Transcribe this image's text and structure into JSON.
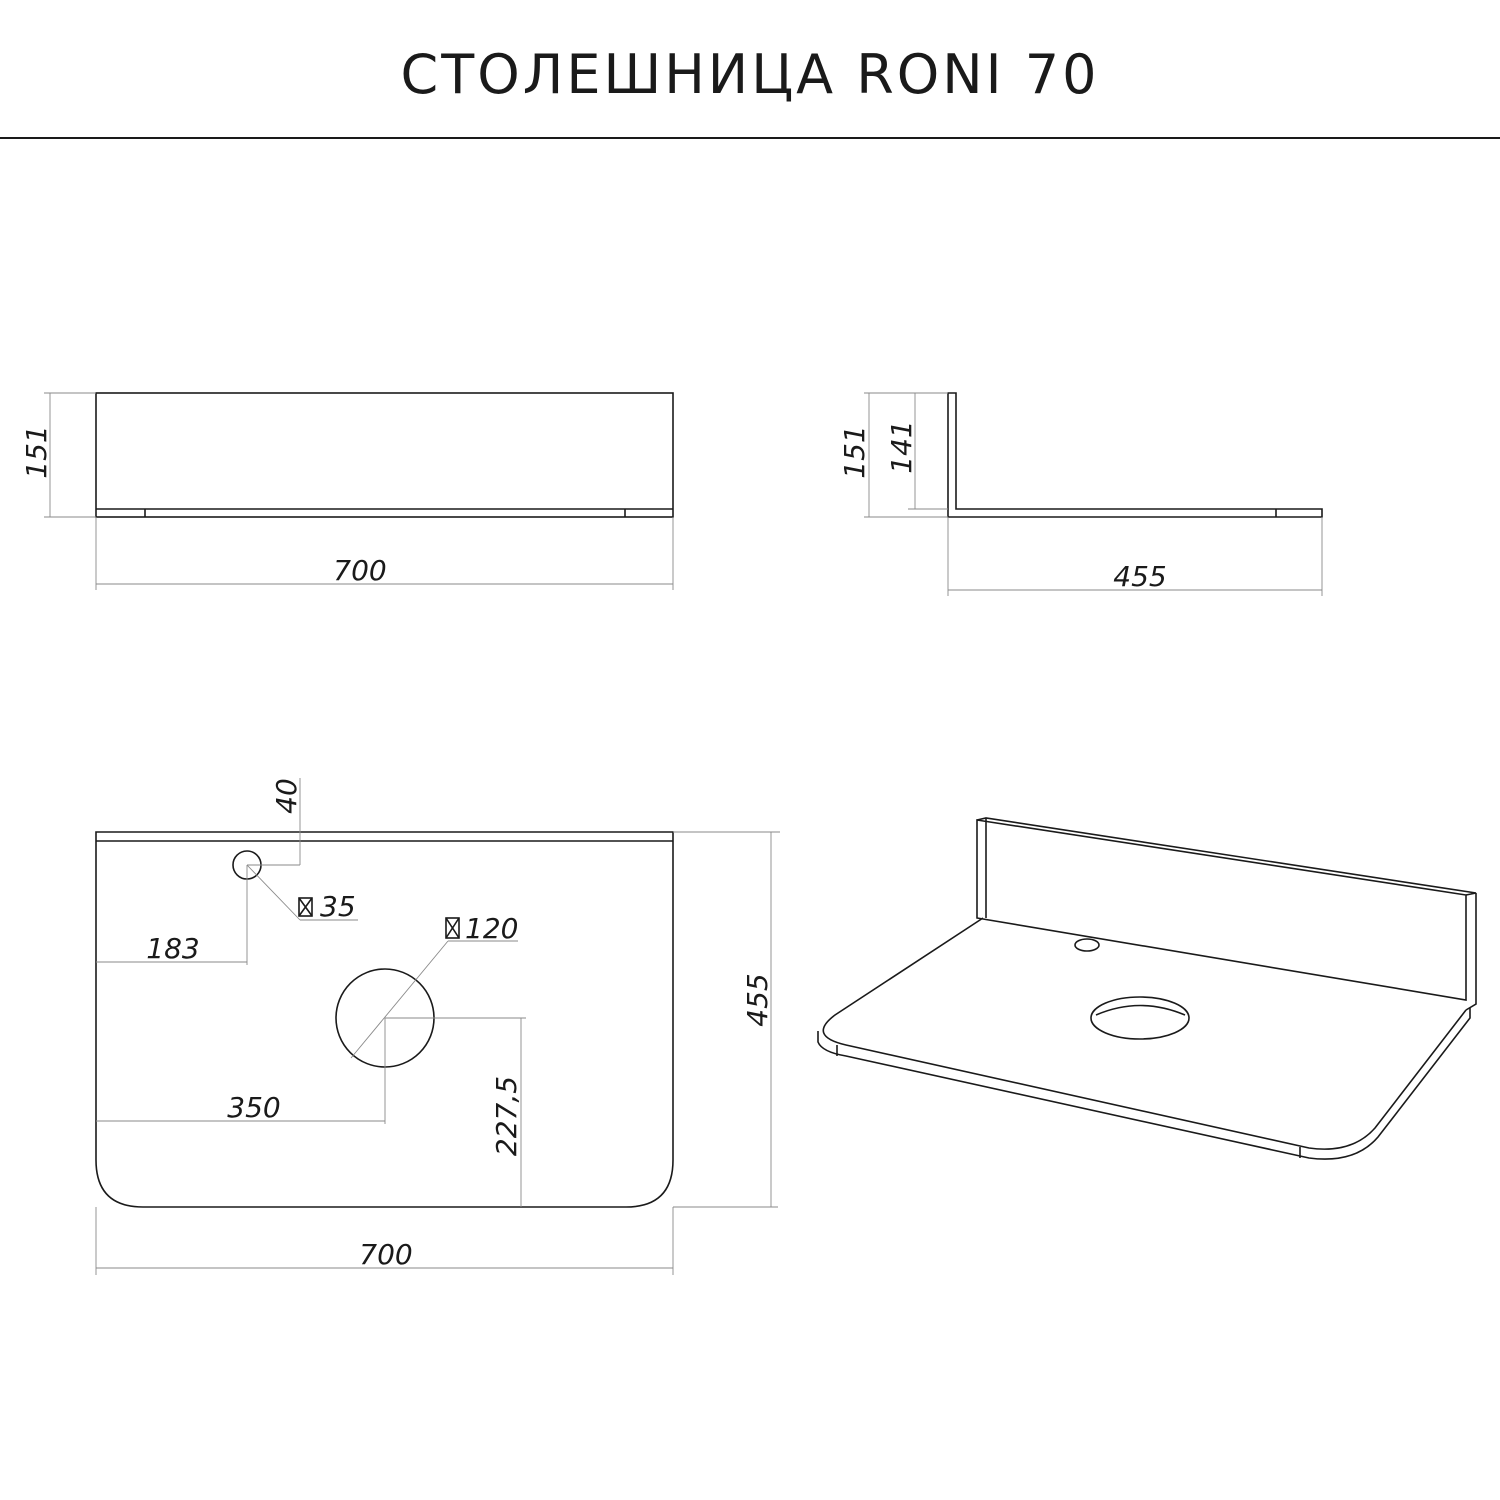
{
  "title": "СТОЛЕШНИЦА RONI 70",
  "front_view": {
    "width": "700",
    "height": "151"
  },
  "side_view": {
    "height_total": "151",
    "height_splash": "141",
    "depth": "455"
  },
  "top_view": {
    "hole_offset_top": "40",
    "tap_hole_dia": "35",
    "tap_hole_x": "183",
    "sink_hole_dia": "120",
    "sink_x": "350",
    "sink_y": "227,5",
    "depth": "455",
    "width": "700"
  },
  "icons": {
    "diameter_symbol": "diameter-icon"
  }
}
